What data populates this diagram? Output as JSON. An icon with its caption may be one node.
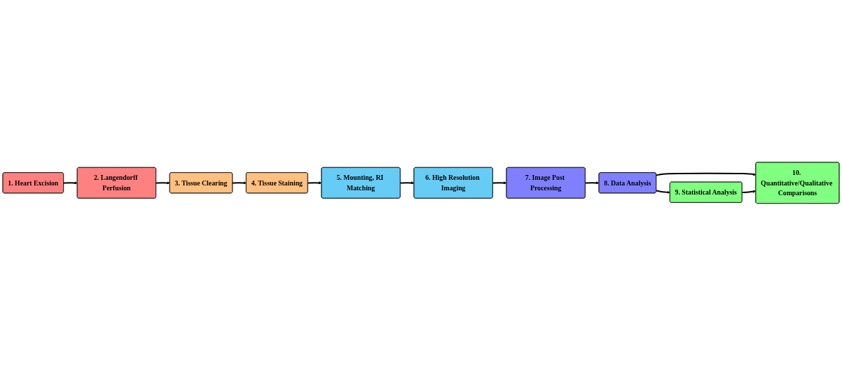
{
  "diagram": {
    "nodes": [
      {
        "text": [
          "1. Heart Excision"
        ]
      },
      {
        "text": [
          "2. Langendorff Perfusion"
        ]
      },
      {
        "text": [
          "3. Tissue Clearing"
        ]
      },
      {
        "text": [
          "4. Tissue Staining"
        ]
      },
      {
        "text": [
          "5. Mounting, RI Matching"
        ]
      },
      {
        "text": [
          "6. High Resolution Imaging"
        ]
      },
      {
        "text": [
          "7. Image Post Processing"
        ]
      },
      {
        "text": [
          "8. Data Analysis"
        ]
      },
      {
        "text": [
          "9. Statistical Analysis"
        ]
      },
      {
        "text": [
          "10. Quantitative/Qualitative Comparisons"
        ]
      }
    ],
    "edges": [
      {
        "from": 0,
        "to": 1,
        "arrow": "to"
      },
      {
        "from": 1,
        "to": 2,
        "arrow": "to"
      },
      {
        "from": 2,
        "to": 3,
        "arrow": "to"
      },
      {
        "from": 3,
        "to": 4,
        "arrow": "to"
      },
      {
        "from": 4,
        "to": 5,
        "arrow": "to"
      },
      {
        "from": 5,
        "to": 6,
        "arrow": "to"
      },
      {
        "from": 6,
        "to": 7,
        "arrow": "to"
      },
      {
        "from": 7,
        "to": 8,
        "arrow": "to"
      },
      {
        "from": 7,
        "to": 9,
        "arrow": "to"
      },
      {
        "from": 8,
        "to": 9,
        "arrow": "to"
      }
    ]
  }
}
